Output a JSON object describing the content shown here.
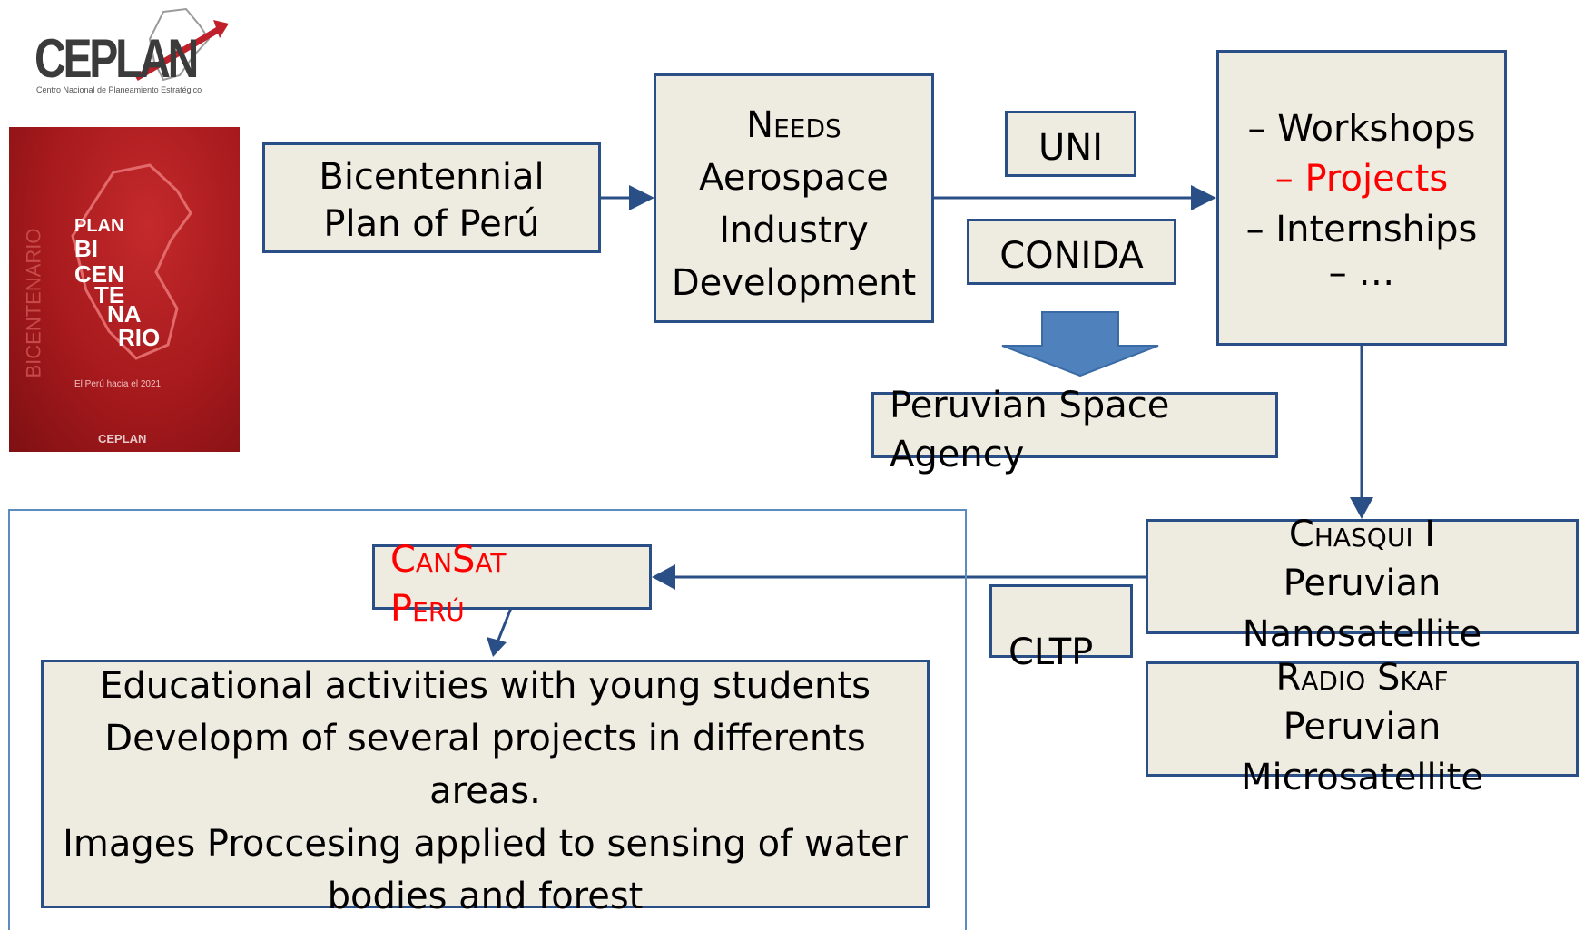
{
  "logo": {
    "name": "CEPLAN",
    "subtitle": "Centro Nacional de Planeamiento Estratégico"
  },
  "cover": {
    "lines": [
      "PLAN",
      "BI",
      "CEN",
      "TE",
      "NA",
      "RIO"
    ],
    "tagline": "El Perú hacia el 2021",
    "side": "BICENTENARIO",
    "footer": "CEPLAN"
  },
  "nodes": {
    "bicentennial": [
      "Bicentennial",
      "Plan of Perú"
    ],
    "needs": {
      "title": "Needs",
      "lines": [
        "Aerospace",
        "Industry",
        "Development"
      ]
    },
    "uni": "UNI",
    "conida": "CONIDA",
    "activities": {
      "workshops": "– Workshops",
      "projects": "– Projects",
      "internships": "– Internships",
      "more": "–    …"
    },
    "agency": [
      "Peruvian Space",
      "Agency"
    ],
    "chasqui": {
      "title": "Chasqui I",
      "lines": [
        "Peruvian",
        "Nanosatellite"
      ]
    },
    "radio": {
      "title": "Radio Skaf",
      "lines": [
        "Peruvian",
        "Microsatellite"
      ]
    },
    "cltp": "CLTP",
    "cansat": [
      "CanSat",
      "Perú"
    ],
    "education": [
      "Educational activities with young students",
      "Developm of several projects in differents",
      "areas.",
      "Images Proccesing applied to sensing of water",
      "bodies and forest"
    ]
  },
  "colors": {
    "box_fill": "#eeece1",
    "border": "#2a4e86",
    "highlight": "#ff0000",
    "arrow": "#2a4e86",
    "big_arrow": "#4f81bd"
  }
}
